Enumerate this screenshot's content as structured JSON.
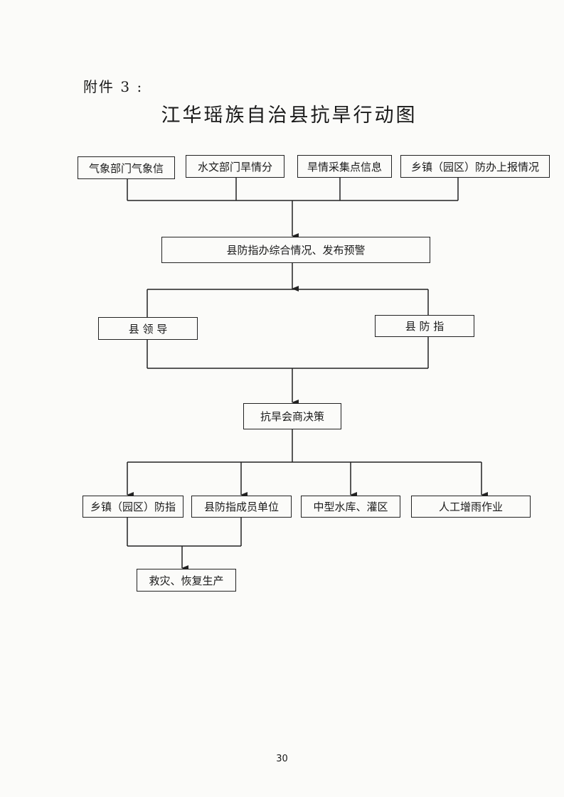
{
  "attachment_label": "附件 3 :",
  "title": "江华瑶族自治县抗旱行动图",
  "nodes": {
    "meteo": "气象部门气象信",
    "hydro": "水文部门旱情分",
    "collect": "旱情采集点信息",
    "township_report": "乡镇（园区）防办上报情况",
    "county_office": "县防指办综合情况、发布预警",
    "county_leader": "县 领 导",
    "county_hq": "县 防 指",
    "consult": "抗旱会商决策",
    "township_hq": "乡镇（园区）防指",
    "member_units": "县防指成员单位",
    "reservoir": "中型水库、灌区",
    "rain": "人工增雨作业",
    "relief": "救灾、恢复生产"
  },
  "page_number": "30"
}
